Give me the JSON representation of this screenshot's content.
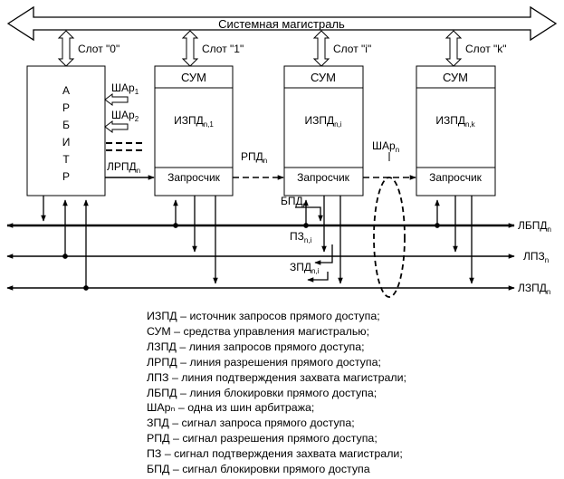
{
  "bus": {
    "label": "Системная магистраль"
  },
  "slots": [
    {
      "label": "Слот \"0\""
    },
    {
      "label": "Слот \"1\""
    },
    {
      "label": "Слот \"i\""
    },
    {
      "label": "Слот \"k\""
    }
  ],
  "arbiter": {
    "letters": [
      "А",
      "Р",
      "Б",
      "И",
      "Т",
      "Р"
    ]
  },
  "modules": [
    {
      "sum": "СУМ",
      "izpd_base": "ИЗПД",
      "izpd_sub": "n,1",
      "requester": "Запросчик"
    },
    {
      "sum": "СУМ",
      "izpd_base": "ИЗПД",
      "izpd_sub": "n,i",
      "requester": "Запросчик"
    },
    {
      "sum": "СУМ",
      "izpd_base": "ИЗПД",
      "izpd_sub": "n,k",
      "requester": "Запросчик"
    }
  ],
  "signals": {
    "shar1_base": "ШАр",
    "shar1_sub": "1",
    "shar2_base": "ШАр",
    "shar2_sub": "2",
    "lrpd_base": "ЛРПД",
    "lrpd_sub": "n",
    "rpd_base": "РПД",
    "rpd_sub": "n",
    "sharn_base": "ШАр",
    "sharn_sub": "n",
    "bpd_base": "БПД",
    "bpd_sub": "n",
    "pz_base": "ПЗ",
    "pz_sub": "n,i",
    "zpd_base": "ЗПД",
    "zpd_sub": "n,i"
  },
  "lines": {
    "lbpd_base": "ЛБПД",
    "lbpd_sub": "n",
    "lpz_base": "ЛПЗ",
    "lpz_sub": "n",
    "lzpd_base": "ЛЗПД",
    "lzpd_sub": "n"
  },
  "legend": [
    "ИЗПД – источник запросов прямого доступа;",
    "СУМ – средства управления магистралью;",
    "ЛЗПД – линия запросов прямого доступа;",
    "ЛРПД – линия разрешения прямого доступа;",
    "ЛПЗ – линия подтверждения захвата магистрали;",
    "ЛБПД – линия блокировки прямого доступа;",
    "ШАрₙ – одна из шин арбитража;",
    "ЗПД – сигнал запроса прямого доступа;",
    "РПД – сигнал разрешения прямого доступа;",
    "ПЗ – сигнал подтверждения захвата магистрали;",
    "БПД – сигнал блокировки прямого доступа"
  ]
}
